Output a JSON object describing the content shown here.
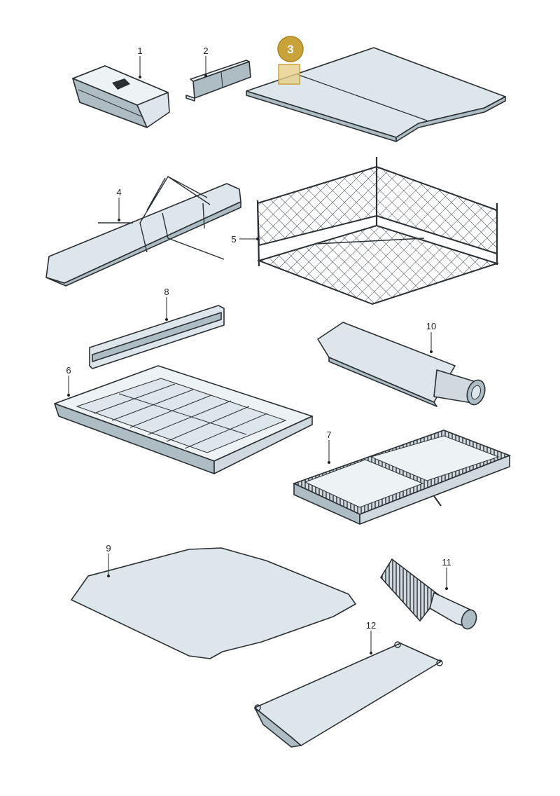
{
  "diagram": {
    "background": "#ffffff",
    "part_fill": "#dde6ea",
    "part_fill_light": "#edf2f4",
    "part_shade": "#aebdc4",
    "outline": "#2a2f33",
    "highlight_badge": "#c9a23a",
    "highlight_box": "#e6cf8a"
  },
  "callouts": [
    {
      "id": "1",
      "label": "1",
      "part": "storage-box",
      "highlighted": false
    },
    {
      "id": "2",
      "label": "2",
      "part": "divider-board",
      "highlighted": false
    },
    {
      "id": "3",
      "label": "3",
      "part": "floor-cover-panel",
      "highlighted": true
    },
    {
      "id": "4",
      "label": "4",
      "part": "ski-bag",
      "highlighted": false
    },
    {
      "id": "5",
      "label": "5",
      "part": "luggage-net",
      "highlighted": false
    },
    {
      "id": "6",
      "label": "6",
      "part": "luggage-tray",
      "highlighted": false
    },
    {
      "id": "7",
      "label": "7",
      "part": "cargo-organizer-tray",
      "highlighted": false
    },
    {
      "id": "8",
      "label": "8",
      "part": "cargo-separator-bar",
      "highlighted": false
    },
    {
      "id": "9",
      "label": "9",
      "part": "trunk-mat",
      "highlighted": false
    },
    {
      "id": "10",
      "label": "10",
      "part": "rolled-mat",
      "highlighted": false
    },
    {
      "id": "11",
      "label": "11",
      "part": "brush",
      "highlighted": false
    },
    {
      "id": "12",
      "label": "12",
      "part": "bumper-protector",
      "highlighted": false
    }
  ]
}
